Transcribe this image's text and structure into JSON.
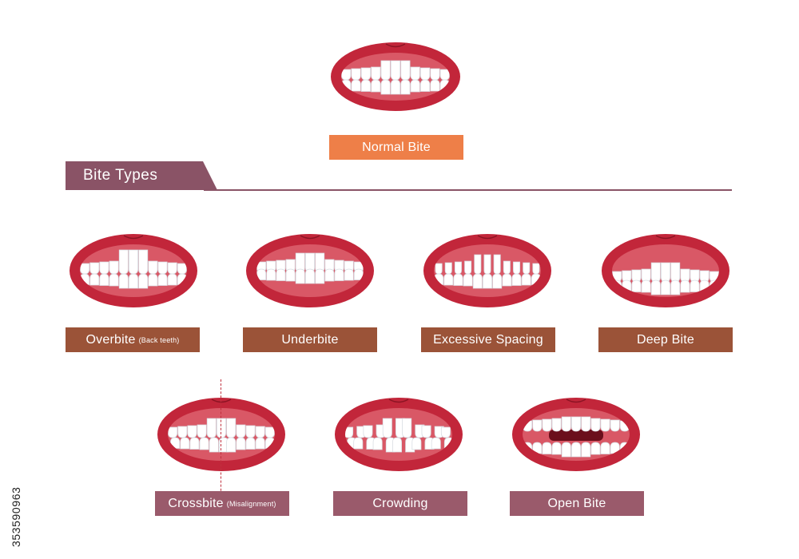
{
  "colors": {
    "lip": "#c2263a",
    "lip_dark": "#8c1424",
    "gum": "#d95866",
    "normal_label": "#ee7f48",
    "row1_label": "#9b5338",
    "row2_label": "#9a5a6b",
    "header": "#8a5366"
  },
  "section": {
    "title": "Bite Types"
  },
  "normal": {
    "label": "Normal Bite"
  },
  "row1": [
    {
      "label": "Overbite",
      "small": "(Back teeth)"
    },
    {
      "label": "Underbite",
      "small": ""
    },
    {
      "label": "Excessive Spacing",
      "small": ""
    },
    {
      "label": "Deep Bite",
      "small": ""
    }
  ],
  "row2": [
    {
      "label": "Crossbite",
      "small": "(Misalignment)"
    },
    {
      "label": "Crowding",
      "small": ""
    },
    {
      "label": "Open Bite",
      "small": ""
    }
  ],
  "stock_id": "353590963"
}
